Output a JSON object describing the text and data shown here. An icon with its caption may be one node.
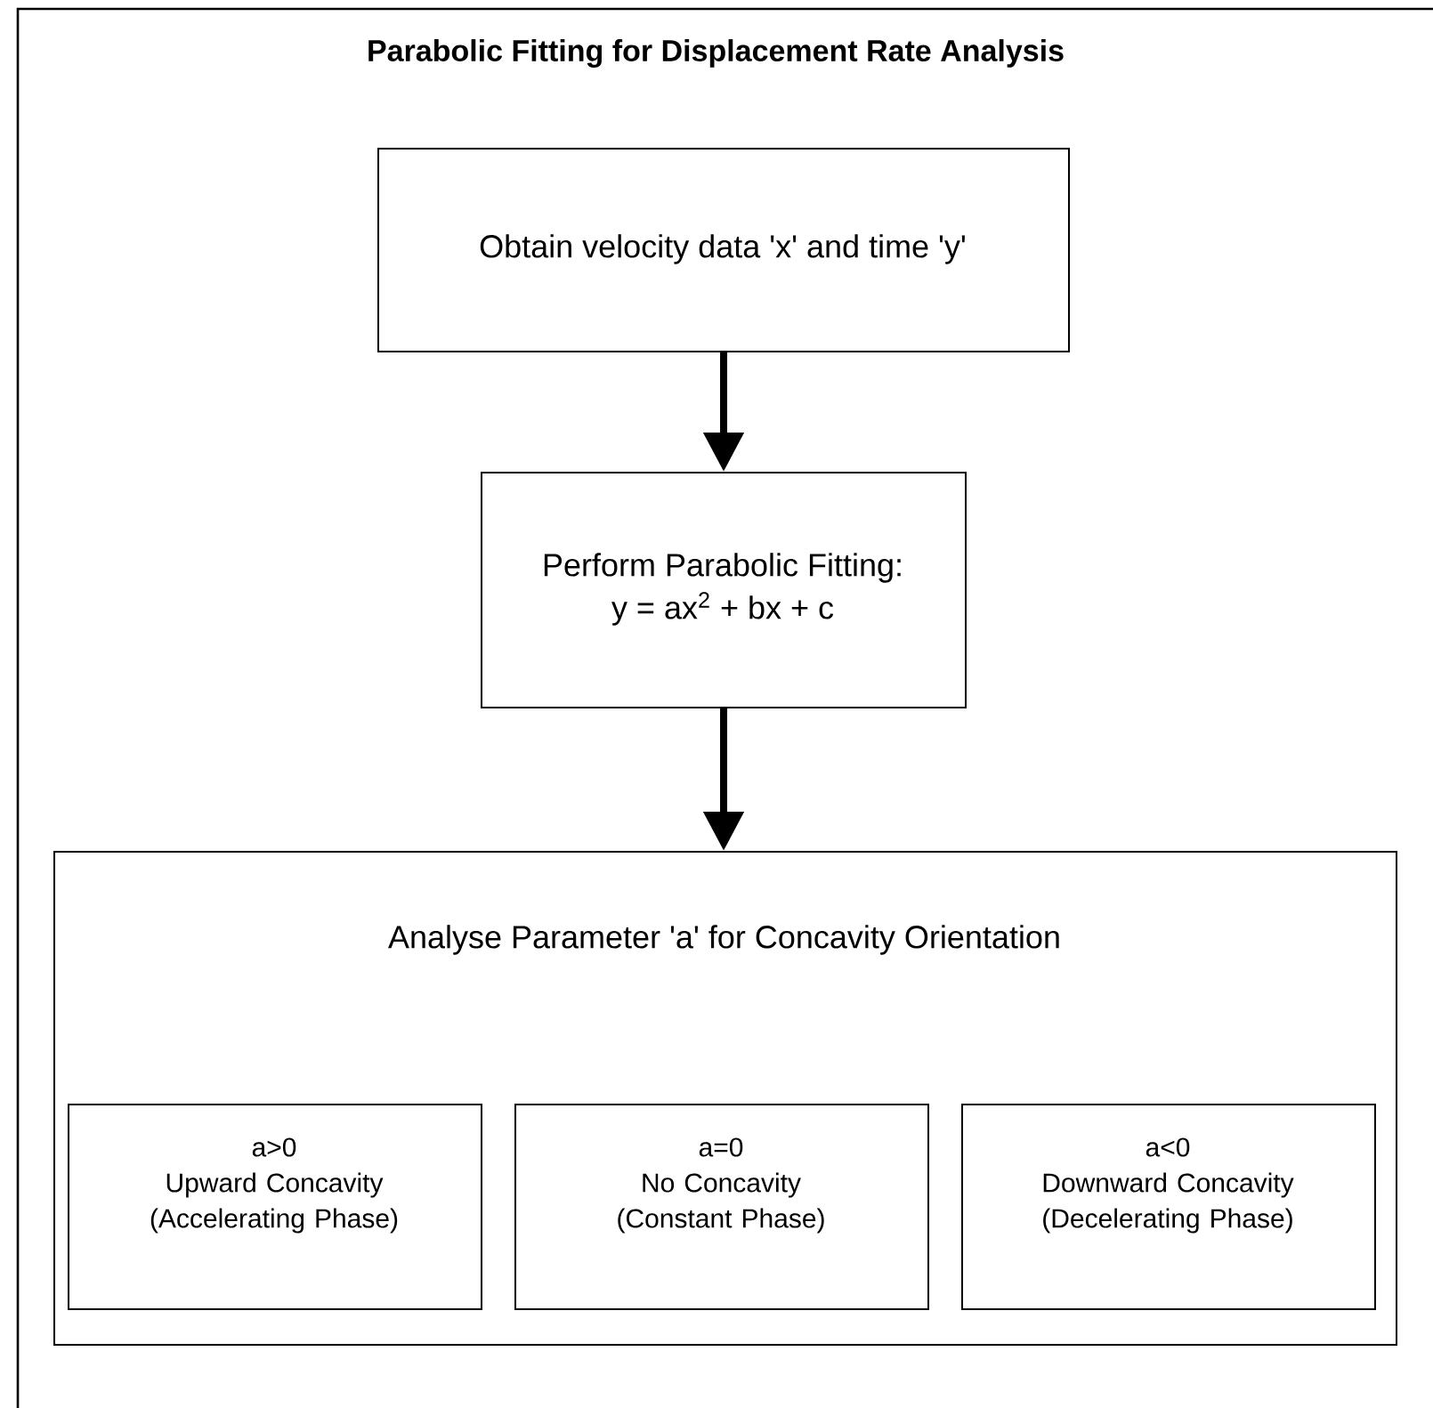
{
  "diagram": {
    "title": "Parabolic Fitting for Displacement Rate Analysis",
    "nodes": [
      {
        "text": [
          "Obtain velocity data 'x' and time 'y'"
        ]
      },
      {
        "text": [
          "Perform Parabolic Fitting:",
          "y = ax$^{2}$ + bx + c"
        ]
      },
      {
        "text": [
          "Analyse Parameter 'a' for Concavity Orientation"
        ]
      },
      {
        "text": [
          "a>0",
          "Upward Concavity (Accelerating Phase)"
        ],
        "in": 2
      },
      {
        "text": [
          "a=0",
          "No Concavity (Constant Phase)"
        ],
        "in": 2
      },
      {
        "text": [
          "a<0",
          "Downward Concavity (Decelerating Phase)"
        ],
        "in": 2
      }
    ],
    "edges": [
      {
        "from": 0,
        "to": 1,
        "arrow": "to"
      },
      {
        "from": 1,
        "to": 2,
        "arrow": "to"
      }
    ]
  }
}
